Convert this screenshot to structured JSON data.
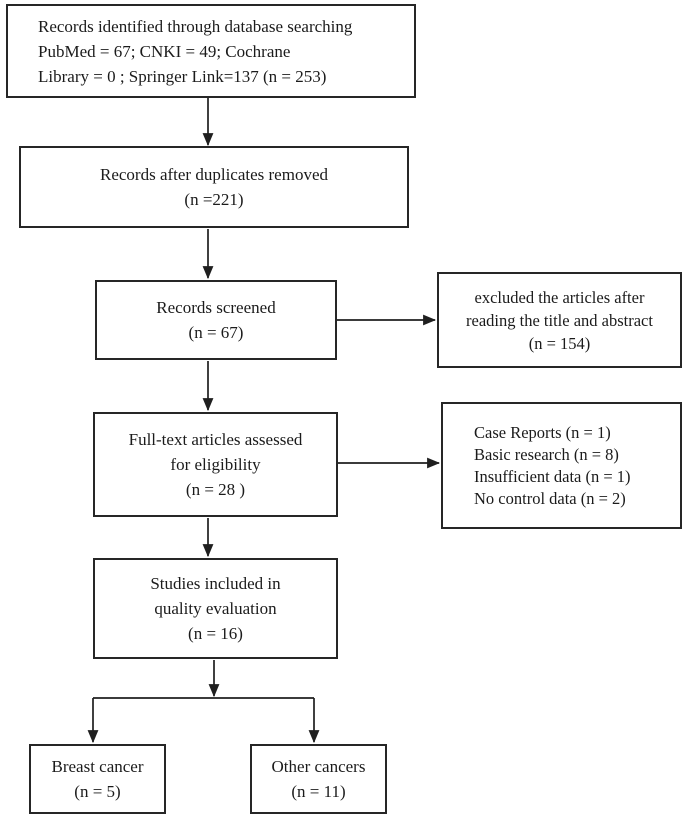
{
  "diagram": {
    "type": "flowchart",
    "colors": {
      "box_border": "#262626",
      "arrow_line": "#1f1f1f",
      "text": "#1b1b1b",
      "background": "#ffffff"
    },
    "boxes": {
      "identification": {
        "lines": [
          "Records identified through database searching",
          "PubMed = 67; CNKI = 49; Cochrane",
          "Library = 0 ; Springer Link=137 (n = 253)"
        ]
      },
      "duplicates": {
        "lines": [
          "Records after duplicates removed",
          "(n =221)"
        ]
      },
      "screened": {
        "lines": [
          "Records screened",
          "(n = 67)"
        ]
      },
      "excluded_abstract": {
        "lines": [
          "excluded the articles after",
          "reading the title and abstract",
          "(n = 154)"
        ]
      },
      "full_text": {
        "lines": [
          "Full-text articles assessed",
          "for eligibility",
          "(n = 28 )"
        ]
      },
      "excluded_reasons": {
        "lines": [
          "Case Reports (n = 1)",
          "Basic research (n = 8)",
          "Insufficient data (n = 1)",
          "No control data (n = 2)"
        ]
      },
      "quality_evaluation": {
        "lines": [
          "Studies included in",
          "quality evaluation",
          "(n = 16)"
        ]
      },
      "breast_cancer": {
        "lines": [
          "Breast cancer",
          "(n = 5)"
        ]
      },
      "other_cancers": {
        "lines": [
          "Other cancers",
          "(n = 11)"
        ]
      }
    }
  }
}
